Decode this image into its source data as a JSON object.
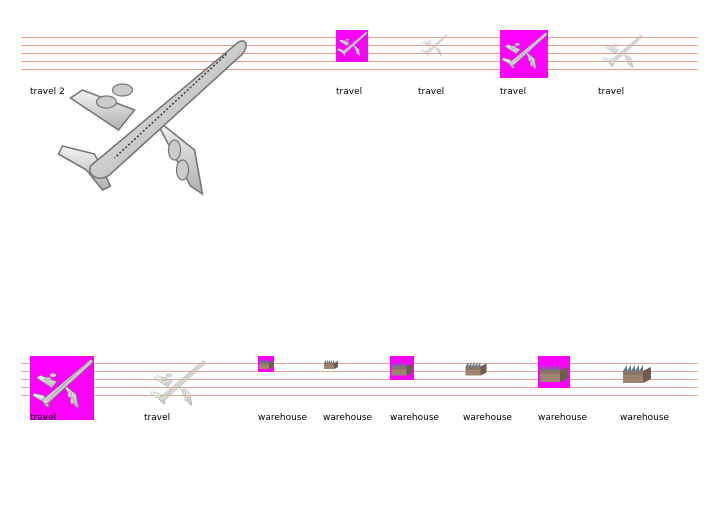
{
  "icons": [
    {
      "label": "travel 2",
      "icon": "airplane-large"
    },
    {
      "label": "travel",
      "icon": "airplane",
      "background": "#ff00ff"
    },
    {
      "label": "travel",
      "icon": "airplane"
    },
    {
      "label": "travel",
      "icon": "airplane",
      "background": "#ff00ff"
    },
    {
      "label": "travel",
      "icon": "airplane"
    },
    {
      "label": "travel",
      "icon": "airplane",
      "background": "#ff00ff"
    },
    {
      "label": "travel",
      "icon": "airplane"
    },
    {
      "label": "warehouse",
      "icon": "warehouse",
      "background": "#ff00ff"
    },
    {
      "label": "warehouse",
      "icon": "warehouse"
    },
    {
      "label": "warehouse",
      "icon": "warehouse",
      "background": "#ff00ff"
    },
    {
      "label": "warehouse",
      "icon": "warehouse"
    },
    {
      "label": "warehouse",
      "icon": "warehouse",
      "background": "#ff00ff"
    },
    {
      "label": "warehouse",
      "icon": "warehouse"
    }
  ],
  "colors": {
    "guide_line": "#efa08e",
    "mask": "#ff00ff"
  }
}
